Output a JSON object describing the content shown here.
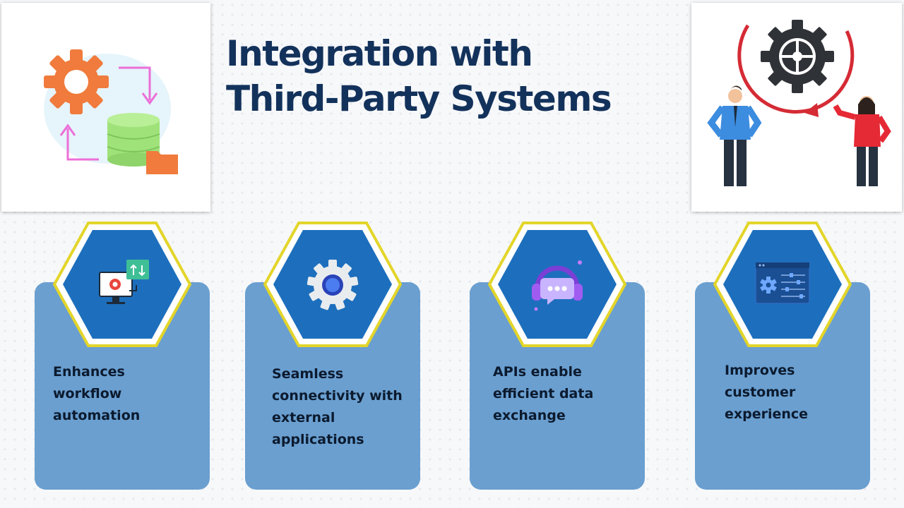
{
  "title": {
    "line1": "Integration with",
    "line2": "Third-Party Systems"
  },
  "colors": {
    "title": "#13325b",
    "card": "#6a9fd0",
    "hex_fill": "#1d6fbd",
    "hex_ring": "#ffffff",
    "hex_border": "#e3d52a"
  },
  "images": {
    "left": "gear-database-sync-illustration",
    "right": "people-gear-cycle-illustration"
  },
  "cards": [
    {
      "text": "Enhances workflow automation",
      "icon": "computer-sync-icon"
    },
    {
      "text": "Seamless connectivity with external applications",
      "icon": "gear-icon"
    },
    {
      "text": "APIs enable efficient data exchange",
      "icon": "headset-chat-icon"
    },
    {
      "text": "Improves customer experience",
      "icon": "settings-panel-icon"
    }
  ]
}
